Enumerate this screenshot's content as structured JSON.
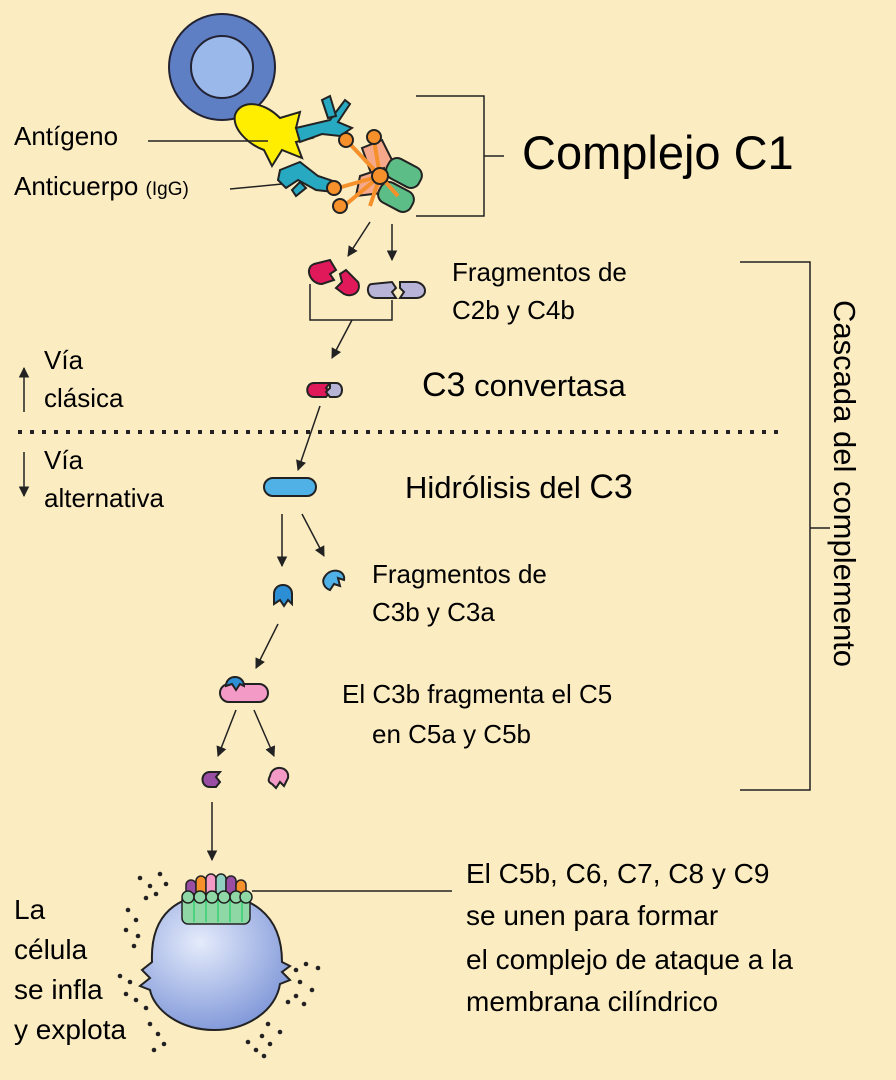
{
  "labels": {
    "antigen": "Antígeno",
    "antibody": "Anticuerpo",
    "antibody_type": "(IgG)",
    "c1_complex": "Complejo C1",
    "fragments_c2b_c4b_line1": "Fragmentos de",
    "fragments_c2b_c4b_line2": "C2b y C4b",
    "c3_prefix": "C3",
    "c3_convertase_rest": "convertasa",
    "classical_line1": "Vía",
    "classical_line2": "clásica",
    "alternative_line1": "Vía",
    "alternative_line2": "alternativa",
    "hydrolysis_prefix": "Hidrólisis del",
    "hydrolysis_c3": "C3",
    "fragments_c3b_c3a_line1": "Fragmentos de",
    "fragments_c3b_c3a_line2": "C3b y C3a",
    "c5_line1": "El C3b fragmenta el C5",
    "c5_line2": "en C5a y C5b",
    "mac_line1": "El C5b, C6, C7, C8 y C9",
    "mac_line2": "se unen para formar",
    "mac_line3": "el complejo de ataque a la",
    "mac_line4": "membrana cilíndrico",
    "cell_line1": "La",
    "cell_line2": "célula",
    "cell_line3": "se infla",
    "cell_line4": "y explota",
    "cascade": "Cascada del complemento"
  },
  "colors": {
    "background": "#fbecc2",
    "b_cell_outer": "#5f7fc4",
    "b_cell_inner": "#9bb8ea",
    "antigen": "#ffee00",
    "antibody": "#27a9c2",
    "c1q": "#f6902a",
    "c1r_c1s": "#5dbd86",
    "c2": "#e0195a",
    "c4": "#b8b4d8",
    "c3": "#4fb1e6",
    "c3b": "#2c8fd6",
    "c5": "#f49ac6",
    "c5b": "#9a4ea3",
    "cell": "#9fb2e6"
  }
}
